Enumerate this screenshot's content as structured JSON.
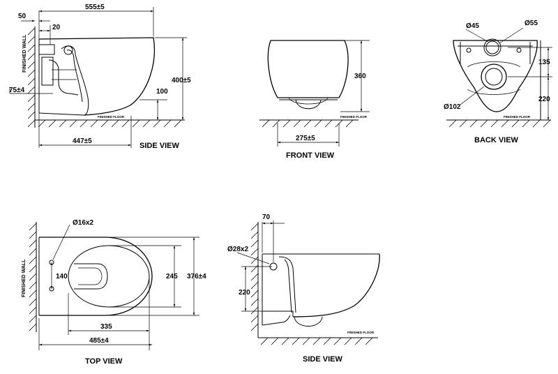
{
  "side_view": {
    "title": "SIDE VIEW",
    "wall_label": "FINISHED WALL",
    "floor_label": "FINISHED FLOOR",
    "dims": {
      "wall_offset": "50",
      "overall_length": "555±5",
      "inlet_offset": "20",
      "height": "400±5",
      "outlet_height": "75±4",
      "floor_gap": "100",
      "base_length": "447±5"
    }
  },
  "front_view": {
    "title": "FRONT VIEW",
    "floor_label": "FINISHED FLOOR",
    "dims": {
      "height": "360",
      "width": "275±5"
    }
  },
  "back_view": {
    "title": "BACK VIEW",
    "dims": {
      "inlet_dia": "Ø45",
      "spud_dia": "Ø55",
      "inlet_height": "135",
      "outlet_height": "220",
      "outlet_dia": "Ø102"
    },
    "floor_label": "FINISHED FLOOR"
  },
  "top_view": {
    "title": "TOP VIEW",
    "wall_label": "FINISHED WALL",
    "dims": {
      "bolt_dia": "Ø16x2",
      "bolt_spacing": "140",
      "bowl_width": "245",
      "overall_width": "376±4",
      "bowl_length": "335",
      "overall_length": "485±4"
    }
  },
  "side_view_2": {
    "title": "SIDE VIEW",
    "floor_label": "FINISHED FLOOR",
    "dims": {
      "bolt_offset": "70",
      "bolt_dia": "Ø28x2",
      "bolt_height": "220"
    }
  }
}
